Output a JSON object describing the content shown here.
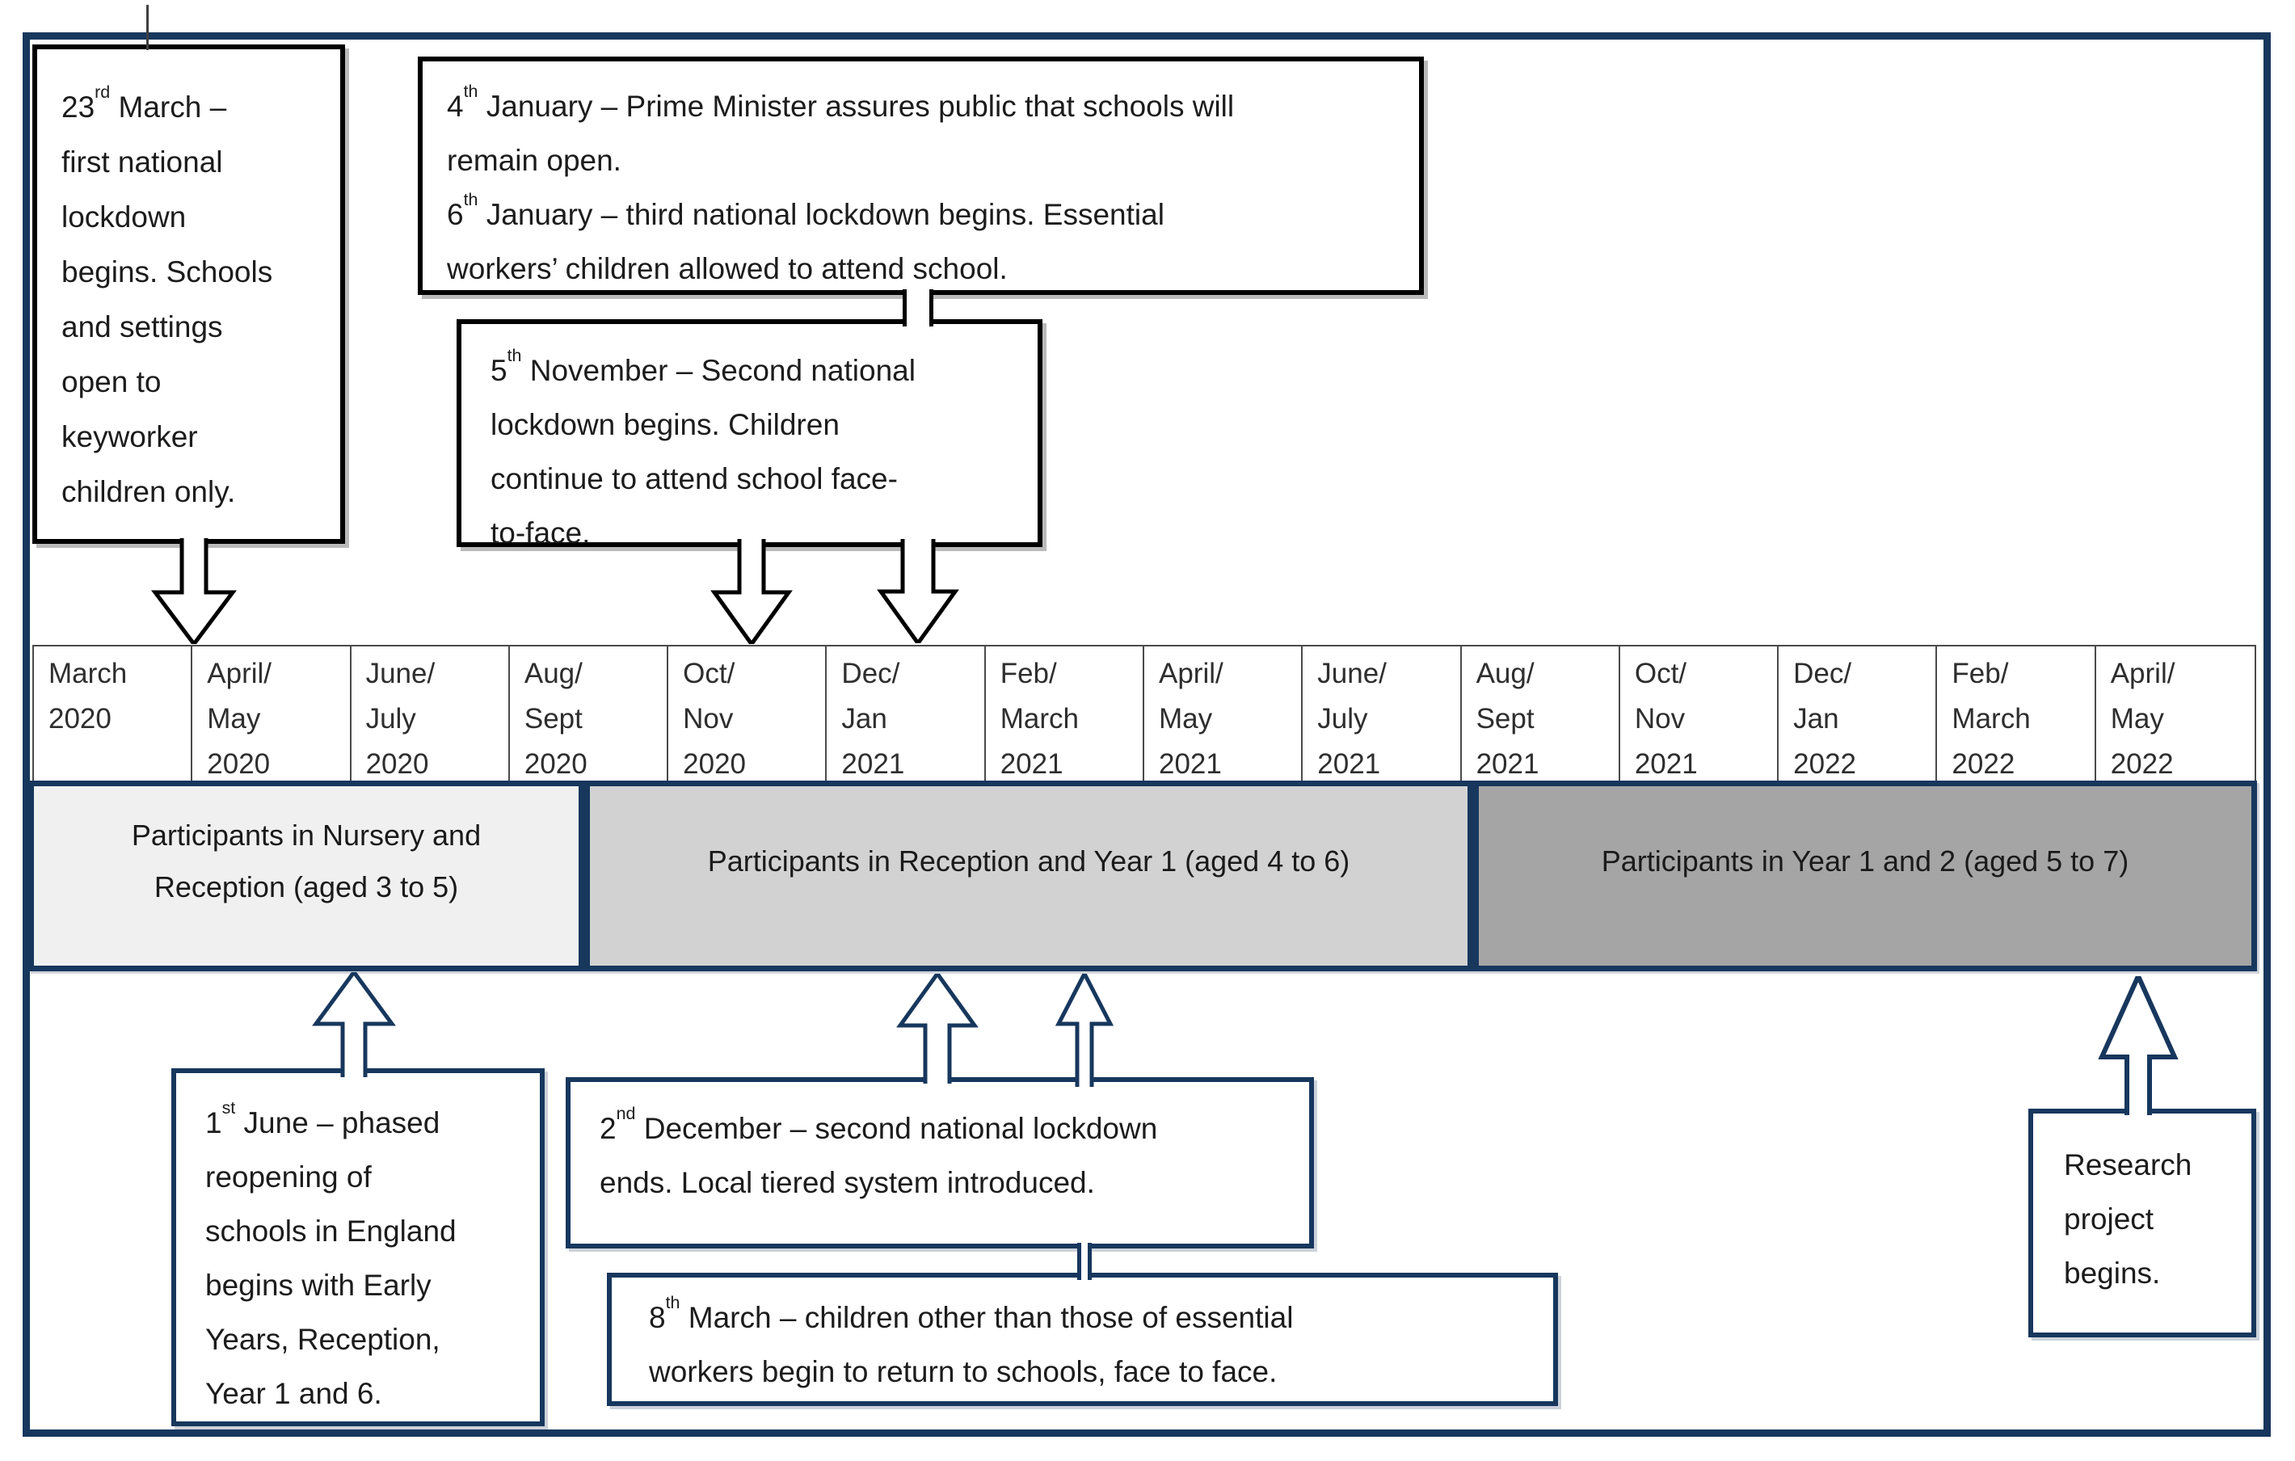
{
  "title": "Timeline of national lockdowns, school attendance and research participant year groups, March 2020 to May 2022",
  "colors": {
    "navy": "#17375D",
    "black": "#000000",
    "month_border": "#4A4A4A",
    "band1_fill": "#F0F0F0",
    "band2_fill": "#D2D2D2",
    "band3_fill": "#A5A5A5"
  },
  "timeline": {
    "months": [
      "March\n2020",
      "April/\nMay\n2020",
      "June/\nJuly\n2020",
      "Aug/\nSept\n2020",
      "Oct/\nNov\n2020",
      "Dec/\nJan\n2021",
      "Feb/\nMarch\n2021",
      "April/\nMay\n2021",
      "June/\nJuly\n2021",
      "Aug/\nSept\n2021",
      "Oct/\nNov\n2021",
      "Dec/\nJan\n2022",
      "Feb/\nMarch\n2022",
      "April/\nMay\n2022"
    ]
  },
  "bands": [
    {
      "label": "Participants in Nursery and\nReception (aged 3 to 5)",
      "fill": "#F0F0F0"
    },
    {
      "label": "Participants in Reception and Year 1 (aged 4 to 6)",
      "fill": "#D2D2D2"
    },
    {
      "label": "Participants in Year 1 and 2 (aged 5 to 7)",
      "fill": "#A5A5A5"
    }
  ],
  "callouts": {
    "march23": {
      "text": "23rd March –\nfirst national\nlockdown\nbegins. Schools\nand settings\nopen to\nkeyworker\nchildren only."
    },
    "jan46": {
      "text": "4th January – Prime Minister assures public that schools will\nremain open.\n6th January – third national lockdown begins. Essential\nworkers’ children allowed to attend school."
    },
    "nov5": {
      "text": "5th November – Second national\nlockdown begins. Children\ncontinue to attend school face-\nto-face."
    },
    "jun1": {
      "text": "1st June – phased\nreopening of\nschools in England\nbegins with Early\nYears, Reception,\nYear 1 and 6."
    },
    "dec2": {
      "text": "2nd December – second national lockdown\nends. Local tiered system introduced."
    },
    "mar8": {
      "text": "8th March – children other than those of essential\nworkers begin to return to schools, face to face."
    },
    "research": {
      "text": "Research\nproject\nbegins."
    }
  }
}
